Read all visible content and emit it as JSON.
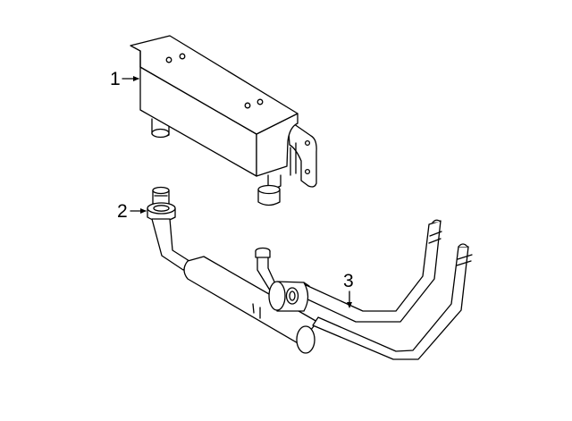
{
  "callouts": [
    {
      "label": "1",
      "part": "oil-cooler"
    },
    {
      "label": "2",
      "part": "fitting"
    },
    {
      "label": "3",
      "part": "cooler-lines"
    }
  ],
  "colors": {
    "line": "#000000",
    "background": "#ffffff"
  }
}
